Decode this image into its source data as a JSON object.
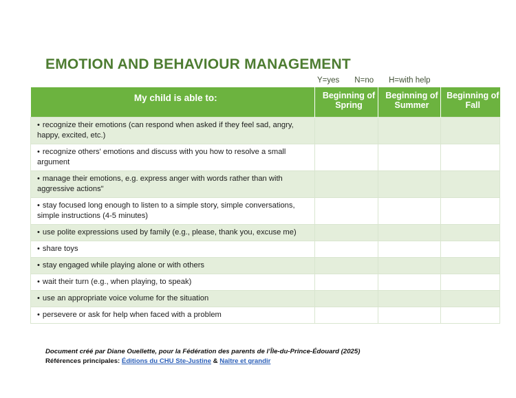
{
  "document": {
    "title": "EMOTION AND BEHAVIOUR MANAGEMENT"
  },
  "legend": {
    "yes": "Y=yes",
    "no": "N=no",
    "help": "H=with help"
  },
  "table": {
    "columns": [
      "My child is able to:",
      "Beginning of Spring",
      "Beginning of Summer",
      "Beginning of Fall"
    ],
    "column_headers": {
      "first": "My child is able to:",
      "spring_line1": "Beginning of",
      "spring_line2": "Spring",
      "summer_line1": "Beginning of",
      "summer_line2": "Summer",
      "fall_line1": "Beginning of",
      "fall_line2": "Fall"
    },
    "bullet": "•",
    "rows": [
      {
        "label": "recognize their emotions (can respond when asked if they feel sad, angry, happy, excited, etc.)",
        "spring": "",
        "summer": "",
        "fall": ""
      },
      {
        "label": "recognize others' emotions and discuss with you how to resolve a small argument",
        "spring": "",
        "summer": "",
        "fall": ""
      },
      {
        "label": "manage their emotions, e.g. express anger with words rather than with aggressive actions\"",
        "spring": "",
        "summer": "",
        "fall": ""
      },
      {
        "label": "stay focused long enough to listen to a simple story, simple conversations, simple instructions (4-5 minutes)",
        "spring": "",
        "summer": "",
        "fall": ""
      },
      {
        "label": "use polite expressions used by family (e.g., please, thank you, excuse me)",
        "spring": "",
        "summer": "",
        "fall": ""
      },
      {
        "label": "share toys",
        "spring": "",
        "summer": "",
        "fall": ""
      },
      {
        "label": "stay engaged while playing alone or with others",
        "spring": "",
        "summer": "",
        "fall": ""
      },
      {
        "label": "wait their turn (e.g., when playing, to speak)",
        "spring": "",
        "summer": "",
        "fall": ""
      },
      {
        "label": "use an appropriate voice volume for the situation",
        "spring": "",
        "summer": "",
        "fall": ""
      },
      {
        "label": "persevere or ask for help when faced with a problem",
        "spring": "",
        "summer": "",
        "fall": ""
      }
    ]
  },
  "footer": {
    "credit": "Document créé par Diane Ouellette, pour la Fédération des parents de l’Île-du-Prince-Édouard (2025)",
    "references_label": "Références principales:",
    "link1": "Éditions du CHU Ste-Justine",
    "separator": "&",
    "link2": "Naître et grandir"
  },
  "colors": {
    "title_green": "#4d7c31",
    "header_green": "#6cb33f",
    "row_shade": "#e4eedb",
    "grid_line": "#d9e5cf",
    "link_blue": "#2b5fb8"
  }
}
